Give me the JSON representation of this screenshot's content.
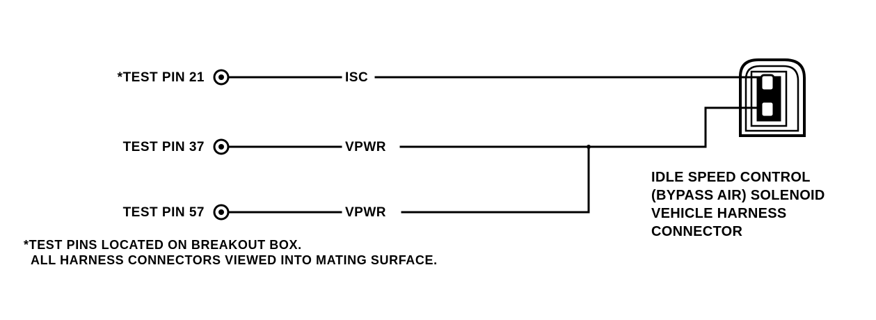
{
  "pins": [
    {
      "label": "*TEST PIN 21",
      "wire": "ISC"
    },
    {
      "label": "TEST PIN 37",
      "wire": "VPWR"
    },
    {
      "label": "TEST PIN 57",
      "wire": "VPWR"
    }
  ],
  "connector": {
    "lines": [
      "IDLE SPEED CONTROL",
      "(BYPASS AIR) SOLENOID",
      "VEHICLE HARNESS",
      "CONNECTOR"
    ]
  },
  "notes": {
    "line1": "*TEST PINS LOCATED ON BREAKOUT BOX.",
    "line2": "ALL HARNESS CONNECTORS VIEWED INTO MATING SURFACE."
  },
  "colors": {
    "ink": "#000000",
    "paper": "#ffffff"
  }
}
